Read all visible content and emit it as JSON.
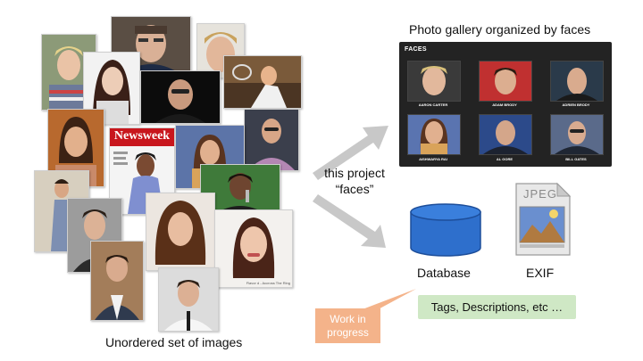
{
  "unordered_label": "Unordered set of images",
  "gallery_title": "Photo gallery organized by faces",
  "gallery": {
    "header": "FACES",
    "people": [
      "AARON CARTER",
      "ADAM BRODY",
      "ADRIEN BRODY",
      "AISHWARYA RAI",
      "AL GORE",
      "BILL GATES"
    ]
  },
  "project_label_line1": "this project",
  "project_label_line2": "“faces”",
  "database_label": "Database",
  "exif_label": "EXIF",
  "jpeg_text": "JPEG",
  "tags_label": "Tags, Descriptions, etc …",
  "wip_line1": "Work in",
  "wip_line2": "progress",
  "magazine_title": "Newsweek",
  "poster_caption": "Flavor d - Accross The Ring",
  "colors": {
    "arrow": "#c8c8c8",
    "database_fill": "#2e6fcc",
    "tags_box": "#cfe8c5",
    "wip_box": "#f4b38a",
    "gallery_bg": "#232323"
  }
}
